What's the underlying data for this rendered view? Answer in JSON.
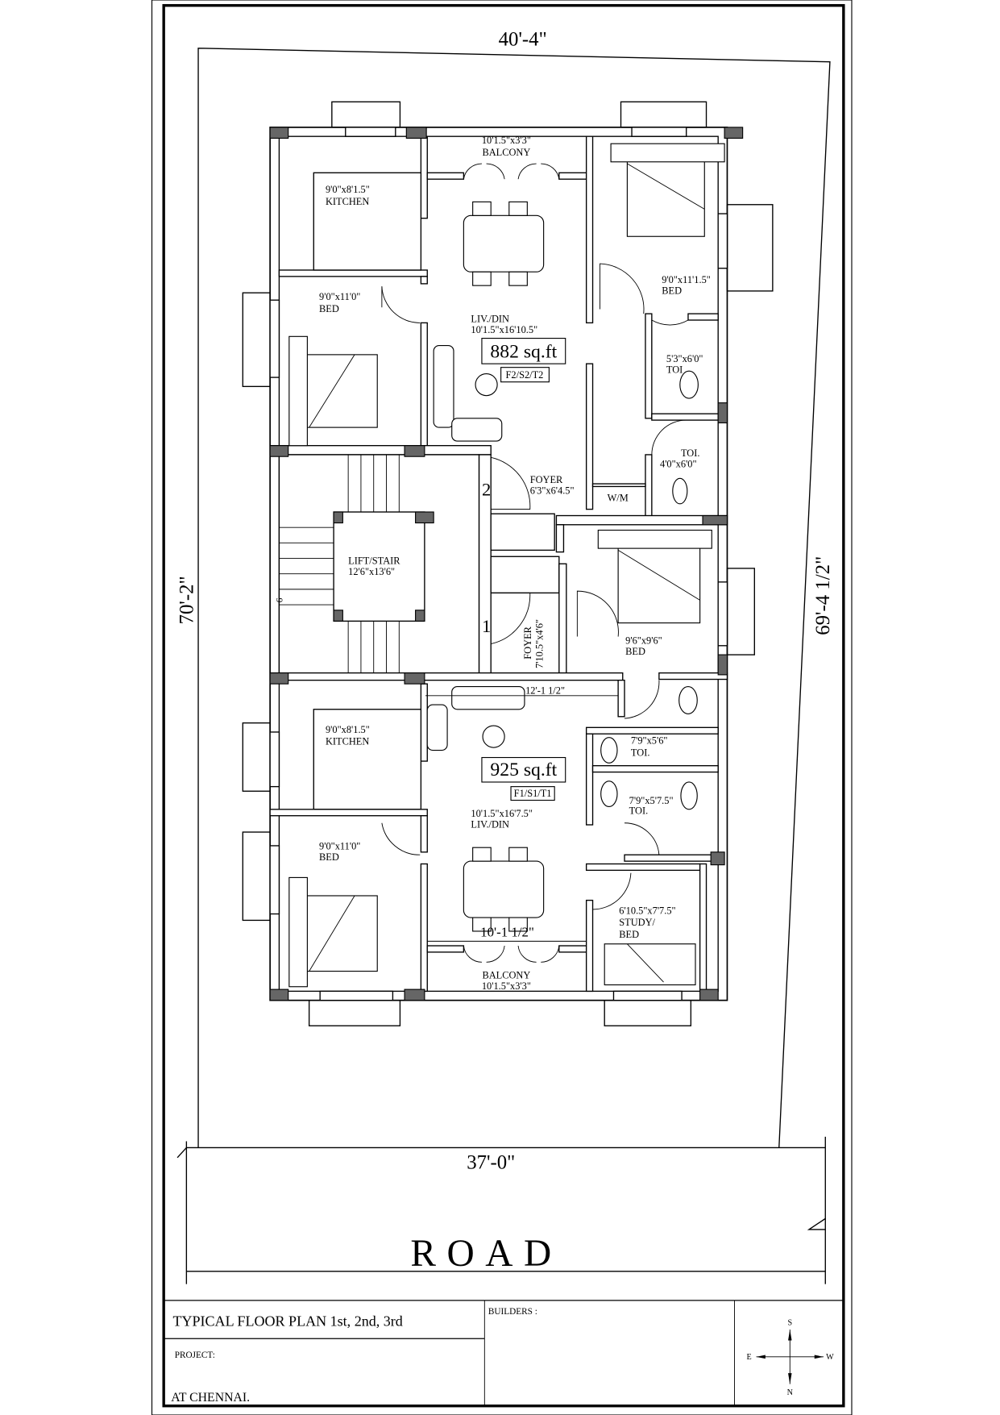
{
  "dimensions": {
    "top": "40'-4\"",
    "bottom": "37'-0\"",
    "left": "70'-2\"",
    "right": "69'-4 1/2\"",
    "stair_small": "9",
    "inner_mid": "12'-1 1/2\"",
    "inner_bottom": "10'-1 1/2\""
  },
  "road_label": "ROAD",
  "upper_unit": {
    "area": "882 sq.ft",
    "unit_code": "F2/S2/T2",
    "balcony": {
      "name": "BALCONY",
      "size": "10'1.5\"x3'3\""
    },
    "kitchen": {
      "name": "KITCHEN",
      "size": "9'0\"x8'1.5\""
    },
    "bed_right": {
      "name": "BED",
      "size": "9'0\"x11'1.5\""
    },
    "bed_left": {
      "name": "BED",
      "size": "9'0\"x11'0\""
    },
    "living": {
      "name": "LIV./DIN",
      "size": "10'1.5\"x16'10.5\""
    },
    "toilet1": {
      "name": "TOI",
      "size": "5'3\"x6'0\""
    },
    "toilet2": {
      "name": "TOI.",
      "size": "4'0\"x6'0\""
    },
    "foyer": {
      "name": "FOYER",
      "size": "6'3\"x6'4.5\""
    },
    "wm": "W/M",
    "door_no": "2"
  },
  "core": {
    "name": "LIFT/STAIR",
    "size": "12'6\"x13'6\""
  },
  "lower_unit": {
    "area": "925 sq.ft",
    "unit_code": "F1/S1/T1",
    "door_no": "1",
    "foyer": {
      "name": "FOYER",
      "size": "7'10.5\"x4'6\""
    },
    "bed_right": {
      "name": "BED",
      "size": "9'6\"x9'6\""
    },
    "kitchen": {
      "name": "KITCHEN",
      "size": "9'0\"x8'1.5\""
    },
    "toilet1": {
      "name": "TOI.",
      "size": "7'9\"x5'6\""
    },
    "toilet2": {
      "name": "TOI.",
      "size": "7'9\"x5'7.5\""
    },
    "living": {
      "name": "LIV./DIN",
      "size": "10'1.5\"x16'7.5\""
    },
    "bed_left": {
      "name": "BED",
      "size": "9'0\"x11'0\""
    },
    "study": {
      "name1": "STUDY/",
      "name2": "BED",
      "size": "6'10.5\"x7'7.5\""
    },
    "balcony": {
      "name": "BALCONY",
      "size": "10'1.5\"x3'3\""
    }
  },
  "title_block": {
    "title": "TYPICAL FLOOR PLAN 1st, 2nd, 3rd",
    "project_label": "PROJECT:",
    "location": "AT CHENNAI.",
    "builders_label": "BUILDERS :",
    "compass": {
      "s": "S",
      "n": "N",
      "e": "E",
      "w": "W"
    }
  }
}
